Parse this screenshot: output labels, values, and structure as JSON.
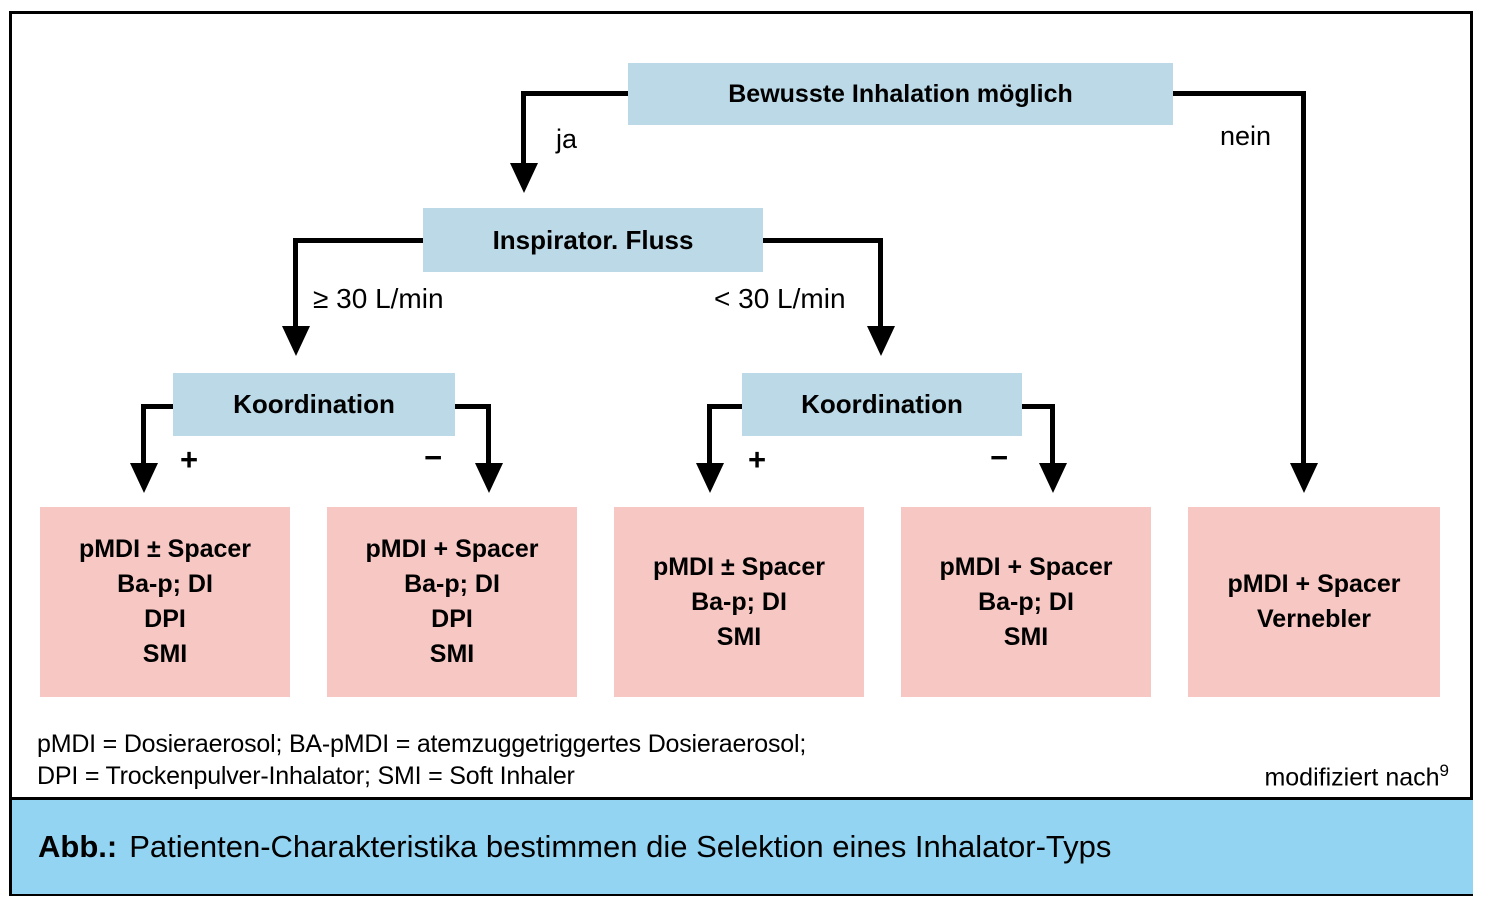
{
  "colors": {
    "node_fill": "#bcd9e7",
    "outcome_fill": "#f7c7c3",
    "caption_fill": "#92d4f2",
    "line": "#000000"
  },
  "nodes": {
    "root": "Bewusste Inhalation möglich",
    "flow": "Inspirator. Fluss",
    "koordination_left": "Koordination",
    "koordination_right": "Koordination"
  },
  "edges": {
    "yes": "ja",
    "no": "nein",
    "flow_high": "≥ 30 L/min",
    "flow_low": "< 30 L/min",
    "plus_left": "+",
    "minus_left": "−",
    "plus_right": "+",
    "minus_right": "−"
  },
  "outcomes": [
    {
      "lines": [
        "pMDI ± Spacer",
        "Ba-p; DI",
        "DPI",
        "SMI"
      ]
    },
    {
      "lines": [
        "pMDI + Spacer",
        "Ba-p; DI",
        "DPI",
        "SMI"
      ]
    },
    {
      "lines": [
        "pMDI ± Spacer",
        "Ba-p; DI",
        "SMI"
      ]
    },
    {
      "lines": [
        "pMDI + Spacer",
        "Ba-p; DI",
        "SMI"
      ]
    },
    {
      "lines": [
        "pMDI + Spacer",
        "Vernebler"
      ]
    }
  ],
  "footnote": {
    "line1": "pMDI = Dosieraerosol; BA-pMDI = atemzuggetriggertes Dosieraerosol;",
    "line2": "DPI = Trockenpulver-Inhalator; SMI = Soft Inhaler"
  },
  "source": {
    "text": "modifiziert nach",
    "ref": "9"
  },
  "caption": {
    "label": "Abb.:",
    "text": "Patienten-Charakteristika bestimmen die Selektion eines Inhalator-Typs"
  }
}
